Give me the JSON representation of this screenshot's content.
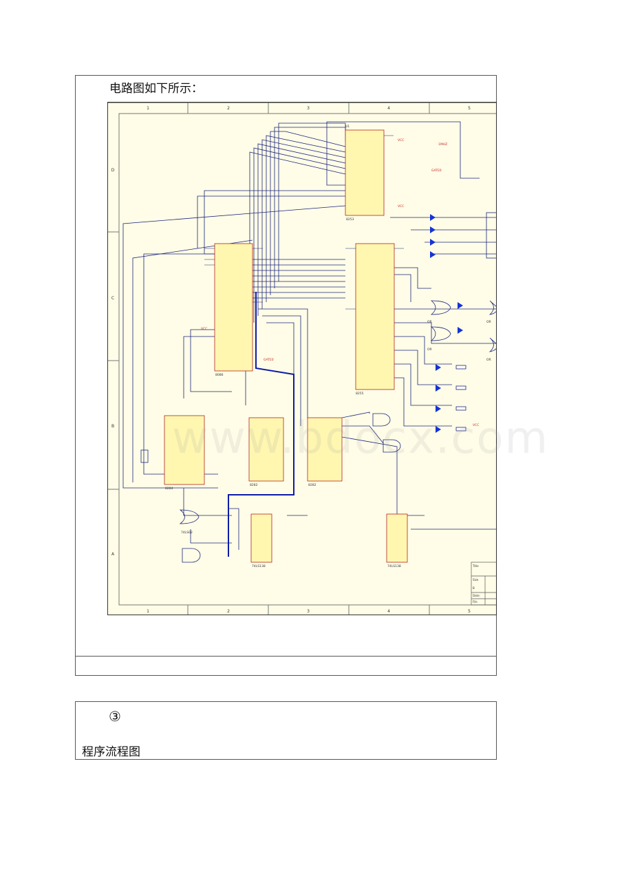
{
  "section1": {
    "caption": "电路图如下所示："
  },
  "schematic": {
    "border_columns": [
      "1",
      "2",
      "3",
      "4",
      "5"
    ],
    "border_rows": [
      "D",
      "C",
      "B",
      "A"
    ],
    "chips": {
      "u1_label": "U1",
      "u1_bottom": "8253",
      "u2_bottom": "8086",
      "u3_bottom": "8255",
      "u4_bottom": "8284",
      "u5_bottom": "8282",
      "u6_bottom": "8282",
      "decoder_a": "74LS138",
      "decoder_b": "74LS138",
      "gate_label": "74LS02",
      "or_label": "OR"
    },
    "signals": {
      "vcc": "VCC",
      "gate": "GATE0",
      "clk": "1MHZ"
    },
    "title_block": {
      "title": "Title",
      "size": "Size",
      "b": "B",
      "date": "Date:",
      "file": "File"
    },
    "colors": {
      "wire": "#1a237e",
      "bus": "#0d1aa8",
      "chip_fill": "#fff7b0",
      "chip_stroke": "#b22222",
      "frame_bg": "#fffde7",
      "led": "#1533d6"
    }
  },
  "section2": {
    "marker": "③",
    "caption": "程序流程图"
  },
  "watermark": "www.bdocx.com"
}
